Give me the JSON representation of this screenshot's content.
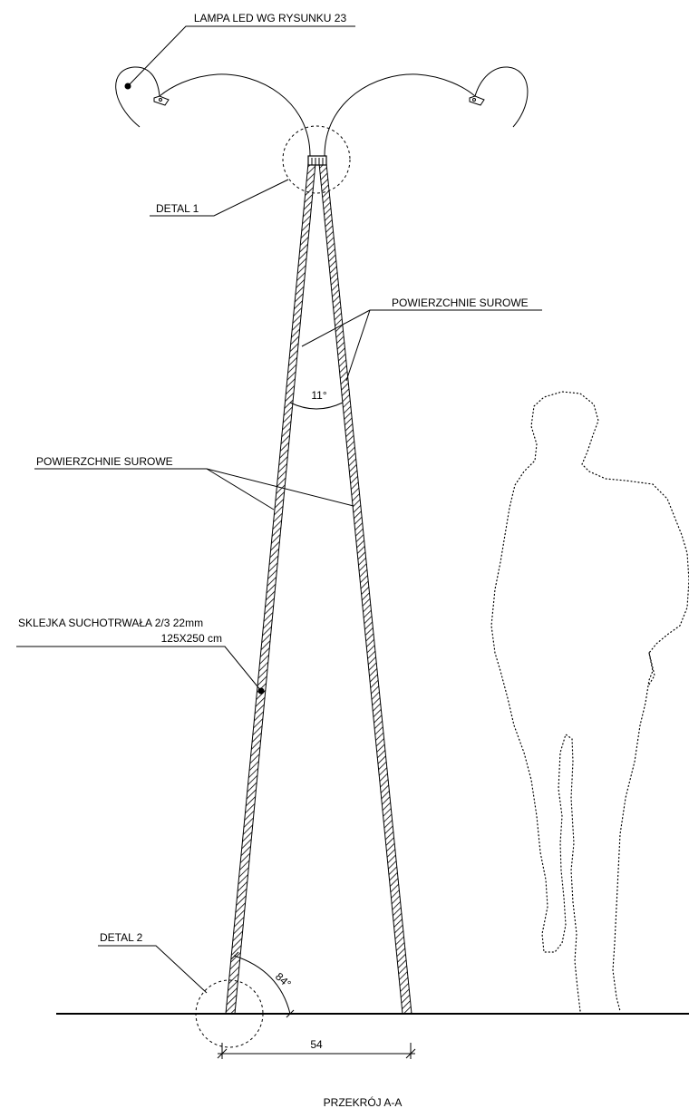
{
  "labels": {
    "lamp": "LAMPA LED WG RYSUNKU 23",
    "detail1": "DETAL 1",
    "surfaces_top": "POWIERZCHNIE SUROWE",
    "surfaces_mid": "POWIERZCHNIE SUROWE",
    "material_line1": "SKLEJKA SUCHOTRWAŁA 2/3 22mm",
    "material_line2": "125X250 cm",
    "detail2": "DETAL 2",
    "section_title": "PRZEKRÓJ A-A"
  },
  "dimensions": {
    "apex_angle": "11°",
    "base_angle": "84°",
    "base_width": "54"
  }
}
